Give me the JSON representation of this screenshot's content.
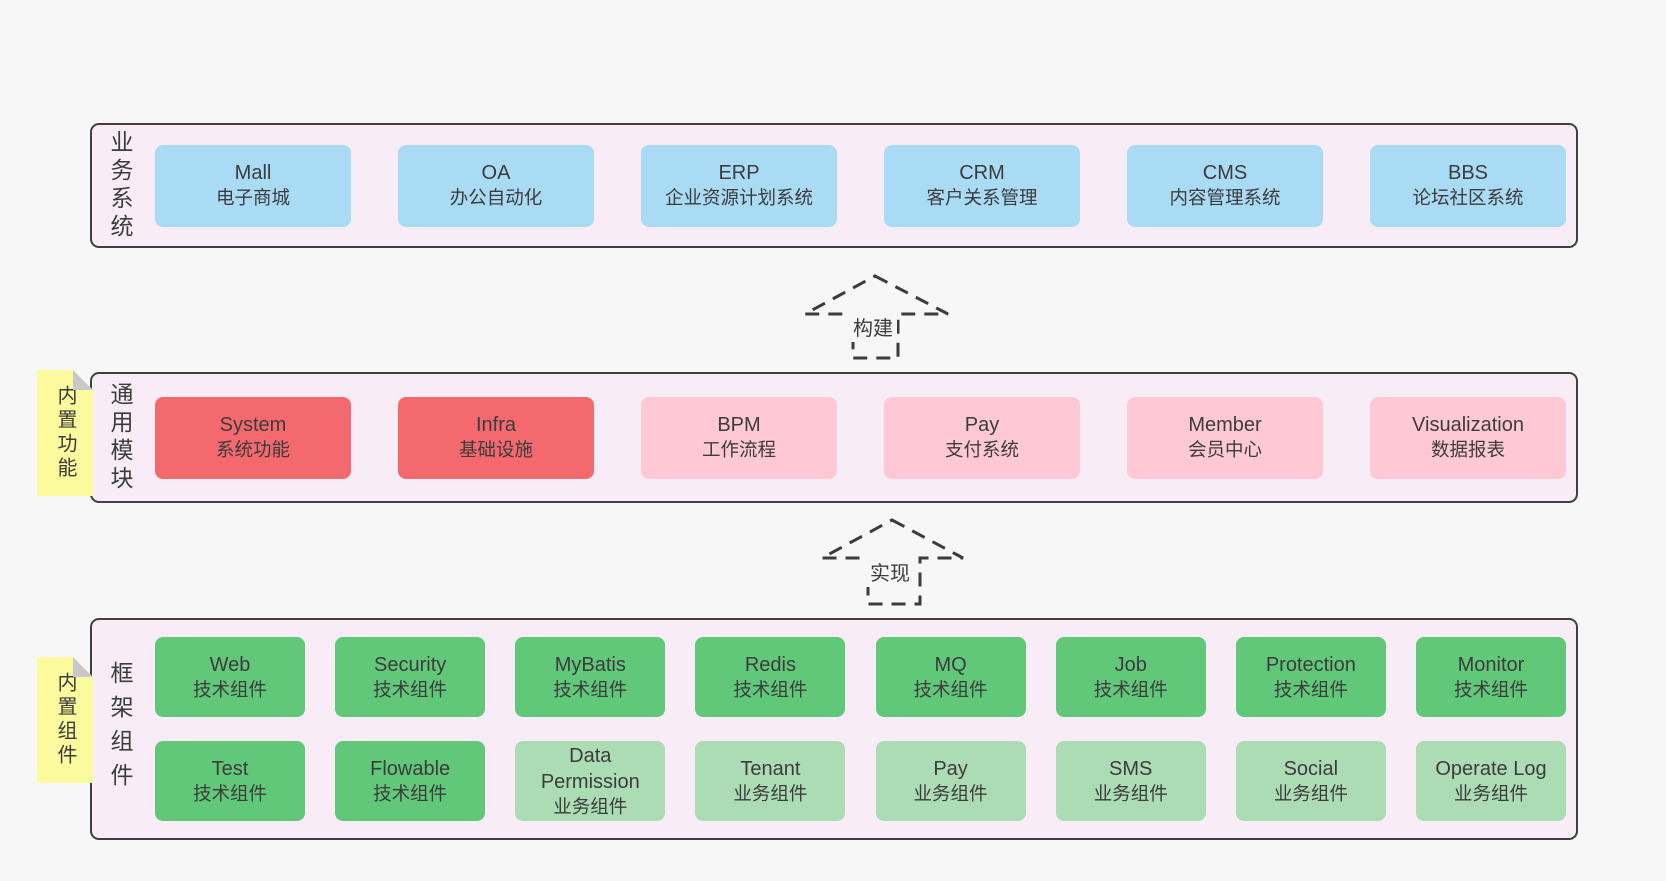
{
  "band1": {
    "label": "业务系统",
    "boxes": [
      {
        "name": "Mall",
        "sub": "电子商城"
      },
      {
        "name": "OA",
        "sub": "办公自动化"
      },
      {
        "name": "ERP",
        "sub": "企业资源计划系统"
      },
      {
        "name": "CRM",
        "sub": "客户关系管理"
      },
      {
        "name": "CMS",
        "sub": "内容管理系统"
      },
      {
        "name": "BBS",
        "sub": "论坛社区系统"
      }
    ]
  },
  "arrow1": {
    "label": "构建"
  },
  "band2": {
    "label": "通用模块",
    "note": "内置功能",
    "boxes": [
      {
        "name": "System",
        "sub": "系统功能"
      },
      {
        "name": "Infra",
        "sub": "基础设施"
      },
      {
        "name": "BPM",
        "sub": "工作流程"
      },
      {
        "name": "Pay",
        "sub": "支付系统"
      },
      {
        "name": "Member",
        "sub": "会员中心"
      },
      {
        "name": "Visualization",
        "sub": "数据报表"
      }
    ]
  },
  "arrow2": {
    "label": "实现"
  },
  "band3": {
    "label": "框架组件",
    "note": "内置组件",
    "row1": [
      {
        "name": "Web",
        "sub": "技术组件"
      },
      {
        "name": "Security",
        "sub": "技术组件"
      },
      {
        "name": "MyBatis",
        "sub": "技术组件"
      },
      {
        "name": "Redis",
        "sub": "技术组件"
      },
      {
        "name": "MQ",
        "sub": "技术组件"
      },
      {
        "name": "Job",
        "sub": "技术组件"
      },
      {
        "name": "Protection",
        "sub": "技术组件"
      },
      {
        "name": "Monitor",
        "sub": "技术组件"
      }
    ],
    "row2": [
      {
        "name": "Test",
        "sub": "技术组件"
      },
      {
        "name": "Flowable",
        "sub": "技术组件"
      },
      {
        "name": "Data Permission",
        "sub": "业务组件"
      },
      {
        "name": "Tenant",
        "sub": "业务组件"
      },
      {
        "name": "Pay",
        "sub": "业务组件"
      },
      {
        "name": "SMS",
        "sub": "业务组件"
      },
      {
        "name": "Social",
        "sub": "业务组件"
      },
      {
        "name": "Operate Log",
        "sub": "业务组件"
      }
    ]
  },
  "colors": {
    "page_bg": "#f7f7f7",
    "band_bg": "#f8edf6",
    "band_border": "#404040",
    "blue_box": "#aadbf5",
    "red_box": "#f4696e",
    "pink_box": "#fec9d4",
    "green_dark_box": "#61c87a",
    "green_light_box": "#acdcb4",
    "note_bg": "#fbfa9c",
    "note_fold": "#c8c8c8",
    "text": "#3c3c3c"
  }
}
